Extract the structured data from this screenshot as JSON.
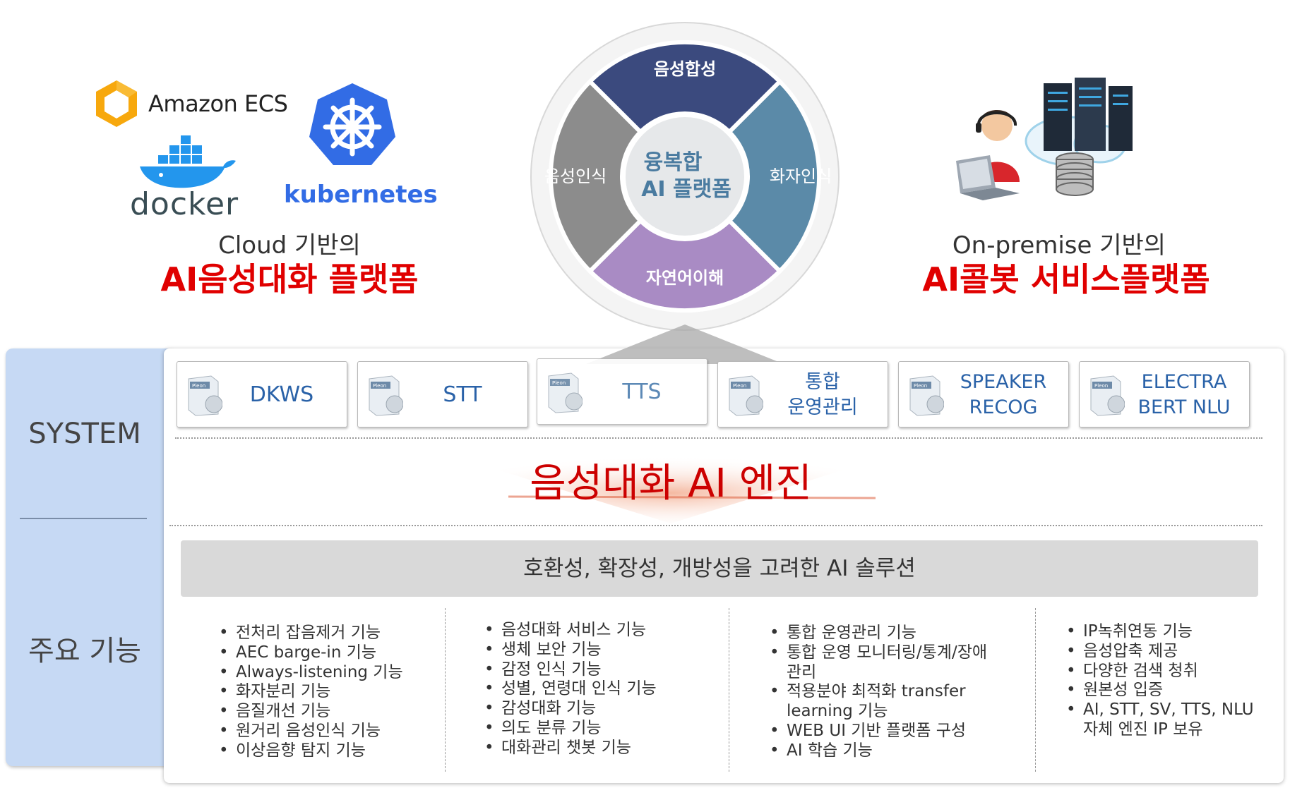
{
  "cloud": {
    "amazon_ecs": "Amazon ECS",
    "docker": "docker",
    "kubernetes": "kubernetes",
    "subtitle": "Cloud 기반의",
    "title": "AI음성대화 플랫폼"
  },
  "onprem": {
    "subtitle": "On-premise 기반의",
    "title": "AI콜봇 서비스플랫폼"
  },
  "wheel": {
    "top": "음성합성",
    "left": "음성인식",
    "right": "화자인식",
    "bottom": "자연어이해",
    "center_line1": "융복합",
    "center_line2": "AI 플랫폼",
    "colors": {
      "top": "#3b4a7e",
      "left": "#8c8c8c",
      "right": "#5b8aa8",
      "bottom": "#a98bc4"
    }
  },
  "system": {
    "system_label": "SYSTEM",
    "features_label": "주요 기능",
    "box_brand": "Pleon",
    "modules": [
      {
        "line1": "DKWS",
        "line2": ""
      },
      {
        "line1": "STT",
        "line2": ""
      },
      {
        "line1": "TTS",
        "line2": ""
      },
      {
        "line1": "통합",
        "line2": "운영관리"
      },
      {
        "line1": "SPEAKER",
        "line2": "RECOG"
      },
      {
        "line1": "ELECTRA",
        "line2": "BERT NLU"
      }
    ],
    "engine_title": "음성대화 AI 엔진",
    "solution": "호환성, 확장성, 개방성을 고려한 AI 솔루션"
  },
  "features": {
    "col1": [
      "전처리 잡음제거 기능",
      "AEC barge-in 기능",
      "Always-listening 기능",
      "화자분리 기능",
      "음질개선 기능",
      "원거리 음성인식 기능",
      "이상음향 탐지 기능"
    ],
    "col2": [
      "음성대화 서비스 기능",
      "생체 보안 기능",
      "감정 인식 기능",
      "성별, 연령대 인식 기능",
      "감성대화 기능",
      "의도 분류 기능",
      "대화관리 챗봇 기능"
    ],
    "col3": [
      "통합 운영관리 기능",
      "통합 운영 모니터링/통계/장애",
      "관리",
      "적용분야 최적화 transfer",
      "learning 기능",
      "WEB UI 기반 플랫폼 구성",
      "AI 학습 기능"
    ],
    "col4": [
      "IP녹취연동 기능",
      "음성압축 제공",
      "다양한 검색 청취",
      "원본성 입증",
      "AI, STT,  SV, TTS, NLU",
      "자체 엔진 IP 보유"
    ]
  }
}
